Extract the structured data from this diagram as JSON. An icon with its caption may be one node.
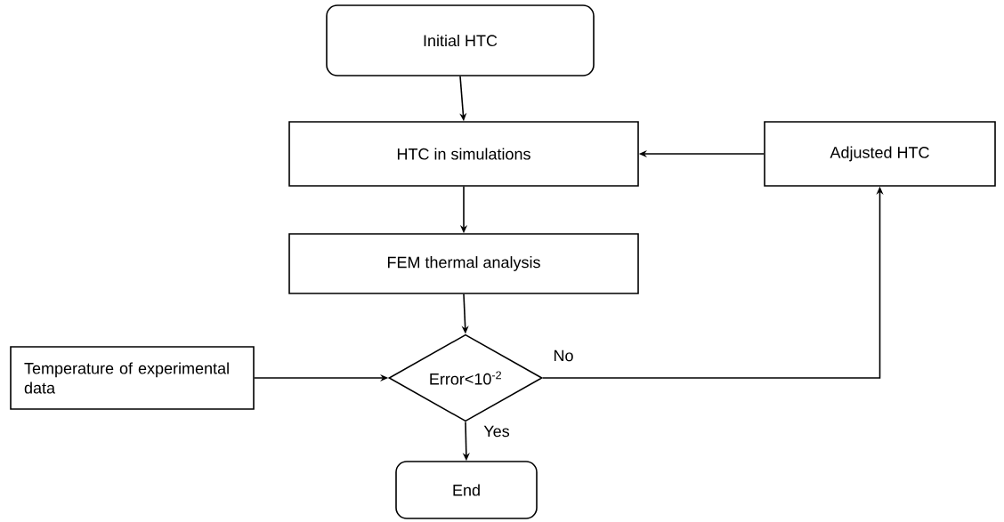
{
  "diagram": {
    "nodes": [
      {
        "text": [
          "Initial HTC"
        ]
      },
      {
        "text": [
          "HTC in simulations"
        ]
      },
      {
        "text": [
          "Adjusted HTC"
        ]
      },
      {
        "text": [
          "FEM thermal analysis"
        ]
      },
      {
        "text": [
          "Temperature of experimental data"
        ]
      },
      {
        "text": [
          "Error<10$^{-2}$"
        ]
      },
      {
        "text": [
          "End"
        ]
      }
    ],
    "edges": [
      {
        "from": 0,
        "to": 1,
        "arrow": "to"
      },
      {
        "from": 1,
        "to": 3,
        "arrow": "to"
      },
      {
        "from": 3,
        "to": 5,
        "arrow": "to"
      },
      {
        "from": 4,
        "to": 5,
        "arrow": "to"
      },
      {
        "from": 5,
        "to": 6,
        "arrow": "to",
        "label": "Yes"
      },
      {
        "from": 5,
        "to": 2,
        "arrow": "to",
        "label": "No"
      },
      {
        "from": 2,
        "to": 1,
        "arrow": "to"
      }
    ]
  }
}
